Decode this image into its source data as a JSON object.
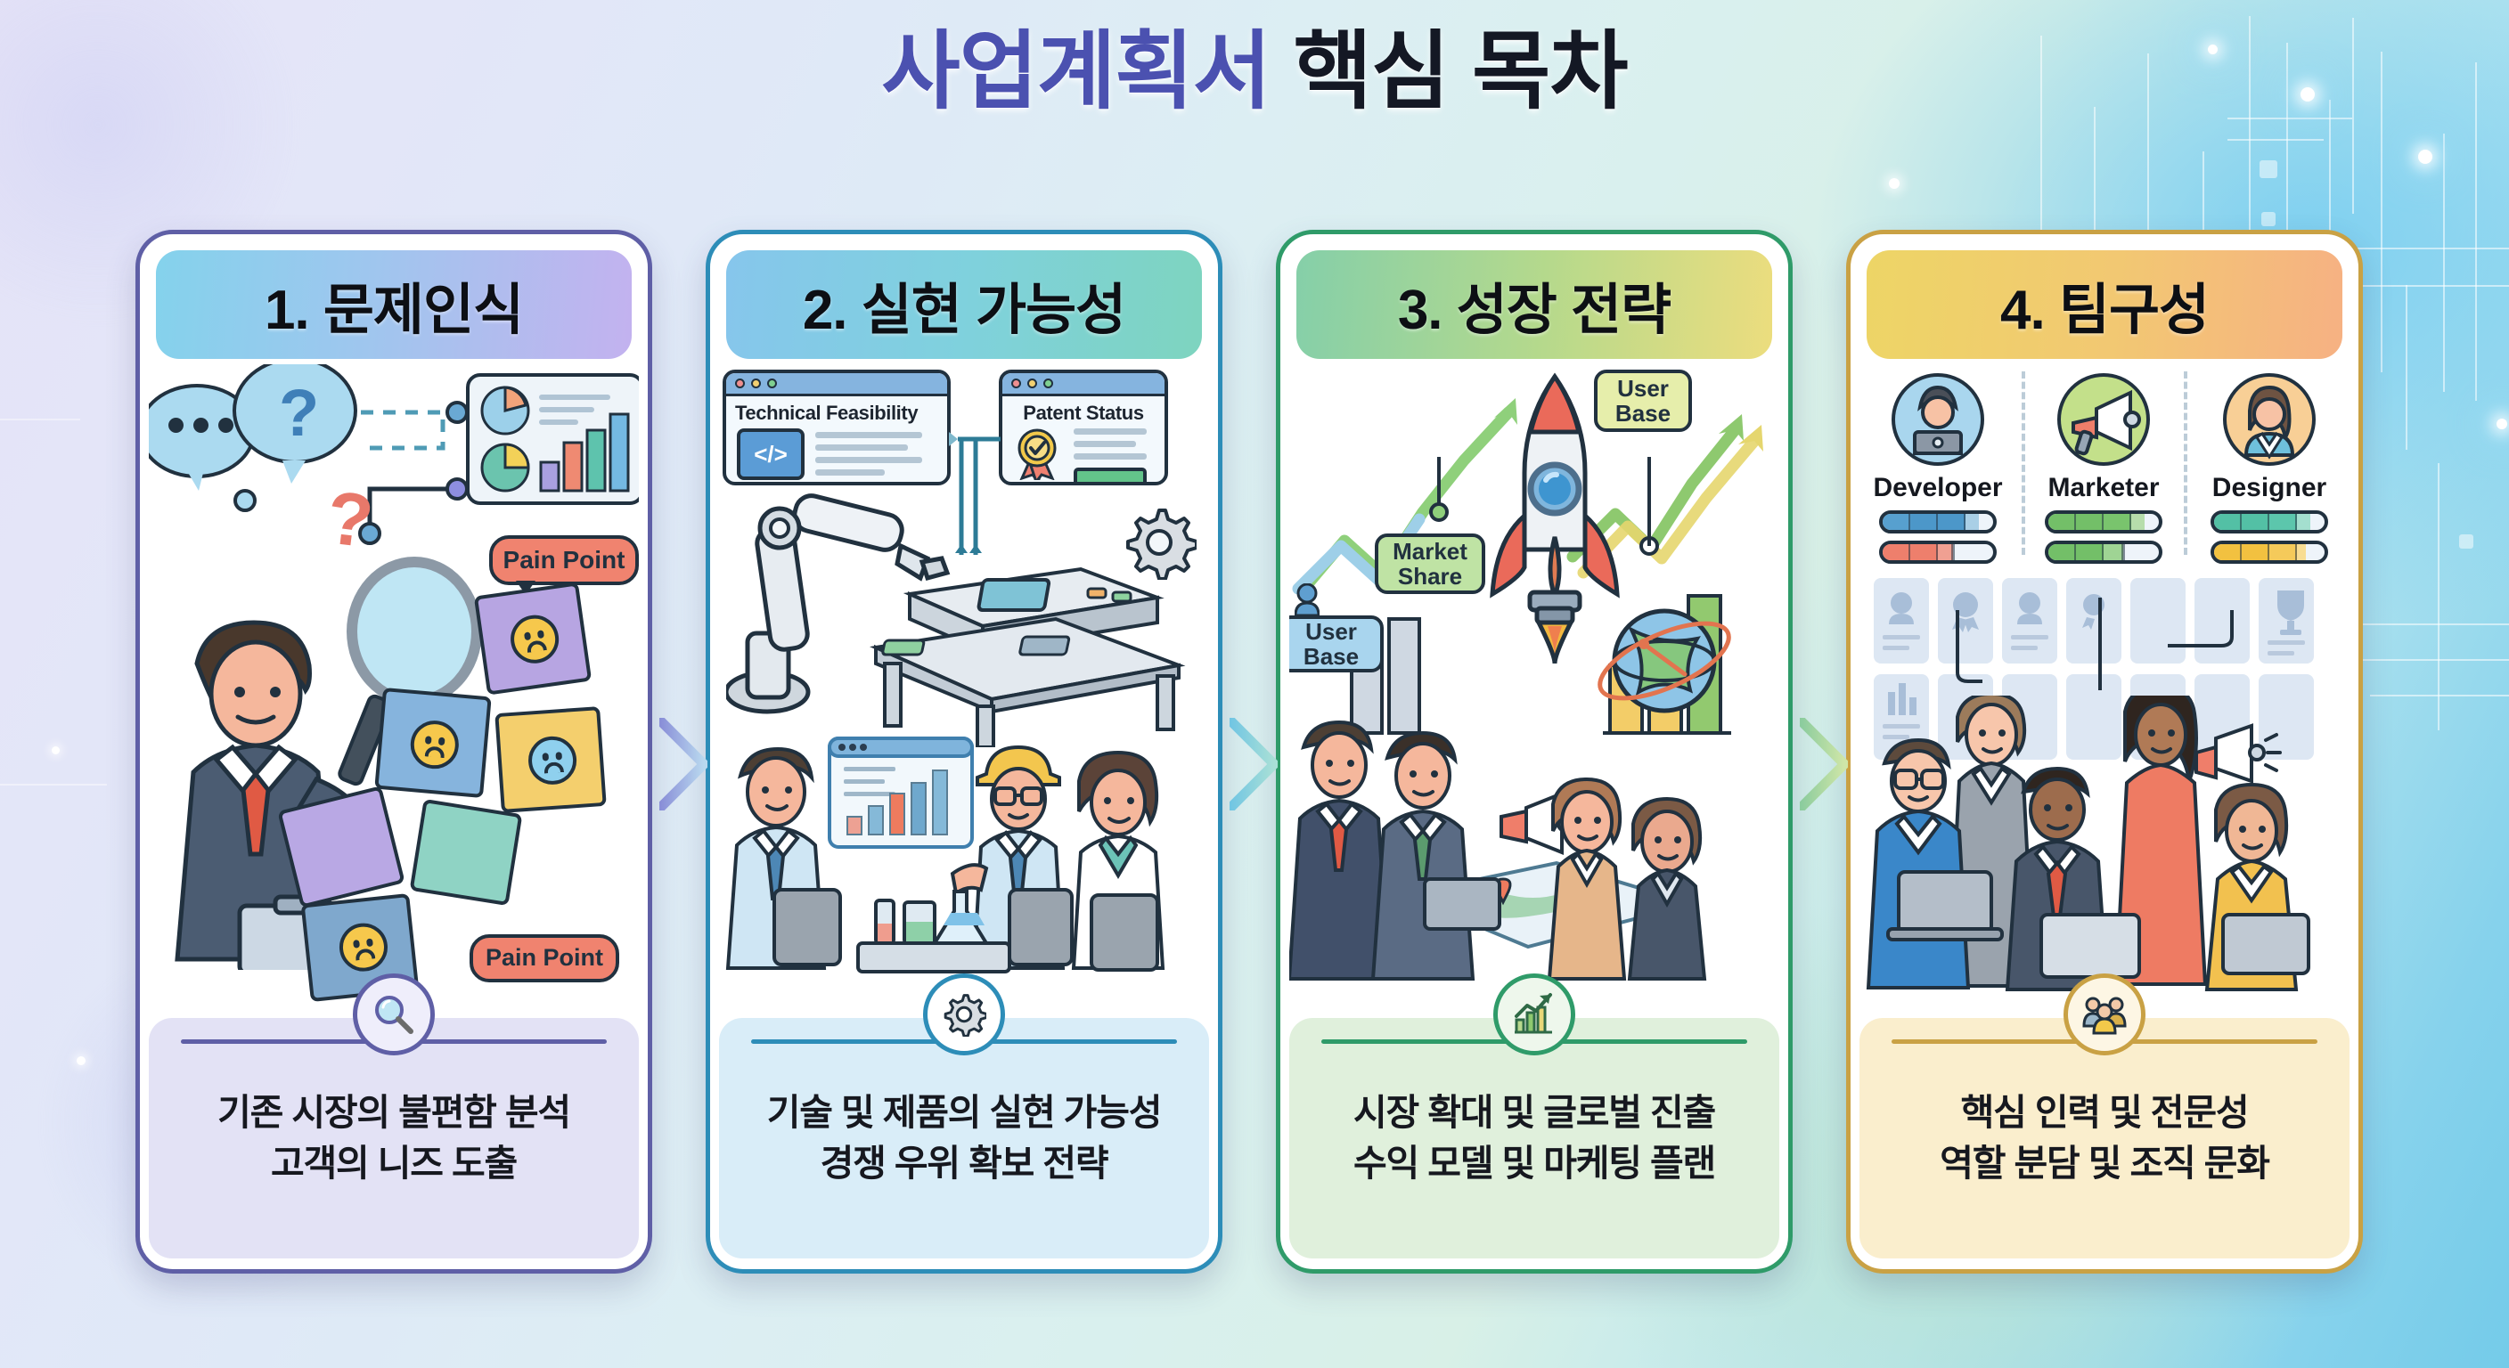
{
  "title": {
    "part1": "사업계획서",
    "part2": "핵심 목차",
    "part1_color": "#4b51b0",
    "part2_color": "#141824"
  },
  "cards": [
    {
      "id": "card-1",
      "number": "1.",
      "heading": "1. 문제인식",
      "accent": "#5f5fa6",
      "header_gradient": [
        "#84d2ec",
        "#c3b2ef"
      ],
      "footer_bg": "#e3e2f5",
      "footer_icon": "magnifier-icon",
      "footer_lines": [
        "기존 시장의 불편함 분석",
        "고객의 니즈 도출"
      ],
      "illustration": {
        "description": "businessman-with-magnifier",
        "labels": [
          "Pain Point",
          "Pain Point"
        ],
        "bubble_texts": [
          "?",
          "..."
        ],
        "question_mark": "?"
      }
    },
    {
      "id": "card-2",
      "number": "2.",
      "heading": "2. 실현 가능성",
      "accent": "#2d8db8",
      "header_gradient": [
        "#86c6ec",
        "#7ed4bf"
      ],
      "footer_bg": "#d9edf8",
      "footer_icon": "gear-icon",
      "footer_lines": [
        "기술 및 제품의 실현 가능성",
        "경쟁 우위 확보 전략"
      ],
      "illustration": {
        "description": "robot-arm-lab-engineers",
        "windows": [
          {
            "title": "Technical Feasibility",
            "icon": "code-icon"
          },
          {
            "title": "Patent Status",
            "icon": "award-ribbon-icon"
          }
        ]
      }
    },
    {
      "id": "card-3",
      "number": "3.",
      "heading": "3. 성장 전략",
      "accent": "#2f9b69",
      "header_gradient": [
        "#85cfa9",
        "#ecdd7e"
      ],
      "footer_bg": "#e0f0dc",
      "footer_icon": "growth-chart-icon",
      "footer_lines": [
        "시장 확대 및 글로벌 진출",
        "수익 모델 및 마케팅 플랜"
      ],
      "illustration": {
        "description": "rocket-growth-globe-team",
        "labels": [
          "User Base",
          "Market Share",
          "User Base"
        ]
      }
    },
    {
      "id": "card-4",
      "number": "4.",
      "heading": "4. 팀구성",
      "accent": "#c9a144",
      "header_gradient": [
        "#edd566",
        "#f6b183"
      ],
      "footer_bg": "#faeecd",
      "footer_icon": "people-group-icon",
      "footer_lines": [
        "핵심 인력 및 전문성",
        "역할 분담 및 조직 문화"
      ],
      "illustration": {
        "description": "team-roles-with-skill-bars",
        "roles": [
          {
            "name": "Developer",
            "avatar_bg": "#a9d6ee",
            "avatar_icon": "developer-laptop-icon",
            "bars": [
              "#3e8ec4",
              "#ea6a57"
            ]
          },
          {
            "name": "Marketer",
            "avatar_bg": "#c3e08a",
            "avatar_icon": "megaphone-icon",
            "bars": [
              "#6ab85c",
              "#6ab85c"
            ]
          },
          {
            "name": "Designer",
            "avatar_bg": "#f8cf96",
            "avatar_icon": "designer-person-icon",
            "bars": [
              "#58c1a2",
              "#f2c03f"
            ]
          }
        ]
      }
    }
  ],
  "connectors": {
    "count": 3,
    "shape": "chevron-arrow",
    "colors": [
      "#8a8fd8",
      "#7fcbe4",
      "#86c9a0"
    ]
  },
  "background": {
    "gradient_from": "#e5e3f7",
    "gradient_to": "#74cbe9",
    "decoration": "tech-circuit-lines"
  }
}
